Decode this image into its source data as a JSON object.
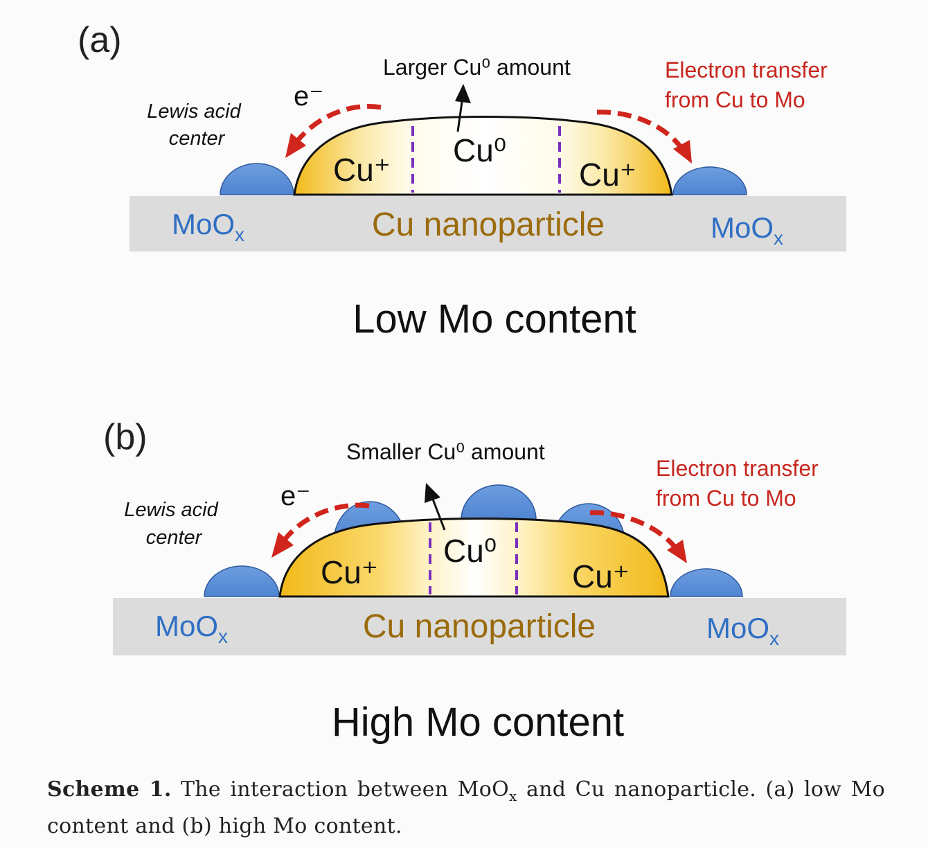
{
  "panels": [
    {
      "panel_label": "(a)",
      "top_label": "Larger Cu⁰ amount",
      "lewis_label_1": "Lewis acid",
      "lewis_label_2": "center",
      "electron_label": "e⁻",
      "transfer_label_1": "Electron transfer",
      "transfer_label_2": "from Cu to Mo",
      "cu_plus_left": "Cu⁺",
      "cu_zero": "Cu⁰",
      "cu_plus_right": "Cu⁺",
      "moox_left": "MoO",
      "moox_right": "MoO",
      "moox_sub": "x",
      "support_label": "Cu nanoparticle",
      "content_label": "Low Mo content"
    },
    {
      "panel_label": "(b)",
      "top_label": "Smaller Cu⁰ amount",
      "lewis_label_1": "Lewis acid",
      "lewis_label_2": "center",
      "electron_label": "e⁻",
      "transfer_label_1": "Electron transfer",
      "transfer_label_2": "from Cu to Mo",
      "cu_plus_left": "Cu⁺",
      "cu_zero": "Cu⁰",
      "cu_plus_right": "Cu⁺",
      "moox_left": "MoO",
      "moox_right": "MoO",
      "moox_sub": "x",
      "support_label": "Cu nanoparticle",
      "content_label": "High Mo content"
    }
  ],
  "caption": {
    "label": "Scheme 1.",
    "text_1": " The interaction between MoO",
    "sub": "x",
    "text_2": " and Cu nanoparticle. (a) low Mo content and (b) high Mo content."
  },
  "colors": {
    "support": "#dcdcdc",
    "moox_blue": "#5b8fd8",
    "moox_text": "#2f6fc4",
    "gold": "#f2c12e",
    "cu_text": "#9a6a0b",
    "red": "#d0251c",
    "purple": "#7b2fbf"
  }
}
